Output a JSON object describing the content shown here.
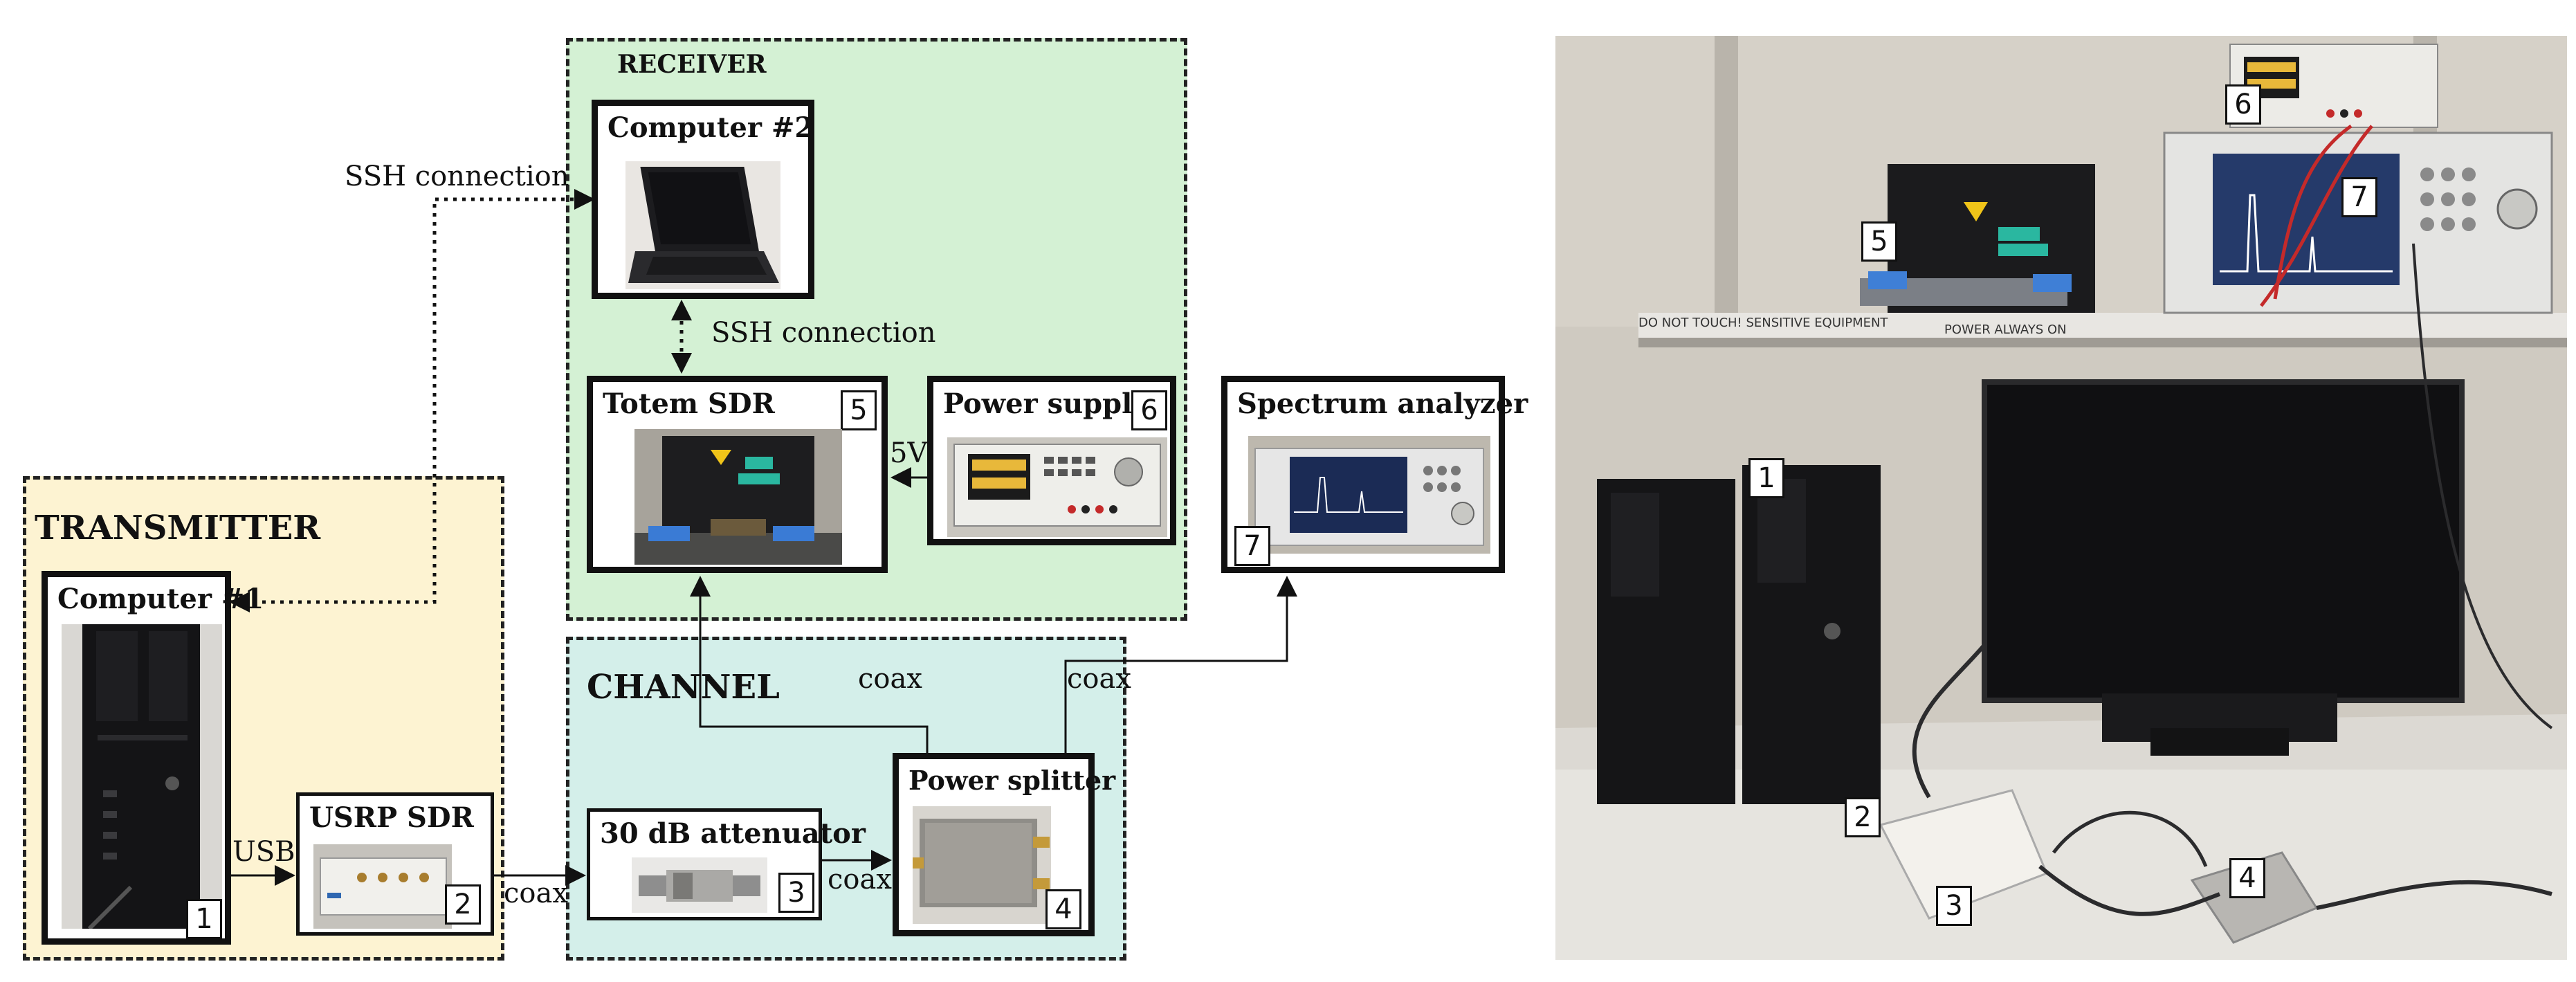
{
  "regions": {
    "receiver": "RECEIVER",
    "transmitter": "TRANSMITTER",
    "channel": "CHANNEL"
  },
  "devices": {
    "computer2": {
      "title": "Computer #2"
    },
    "computer1": {
      "title": "Computer #1",
      "badge": "1"
    },
    "totem_sdr": {
      "title": "Totem SDR",
      "badge": "5"
    },
    "power_supply": {
      "title": "Power supply",
      "badge": "6"
    },
    "spectrum_analyzer": {
      "title": "Spectrum analyzer",
      "badge": "7"
    },
    "usrp_sdr": {
      "title": "USRP SDR",
      "badge": "2"
    },
    "attenuator": {
      "title": "30 dB attenuator",
      "badge": "3"
    },
    "power_splitter": {
      "title": "Power splitter",
      "badge": "4"
    }
  },
  "connections": {
    "ssh_outer": "SSH connection",
    "ssh_inner": "SSH connection",
    "five_volt": "5V",
    "usb": "USB",
    "coax_usrp": "coax",
    "coax_atten": "coax",
    "coax_up_left": "coax",
    "coax_up_right": "coax"
  },
  "photo": {
    "badges": [
      "1",
      "2",
      "3",
      "4",
      "5",
      "6",
      "7"
    ],
    "shelf_label_left": "DO NOT TOUCH! SENSITIVE EQUIPMENT",
    "shelf_label_right": "POWER ALWAYS ON"
  },
  "colors": {
    "receiver_bg": "#d4f1d4",
    "transmitter_bg": "#fdf3d2",
    "channel_bg": "#d4efea"
  }
}
